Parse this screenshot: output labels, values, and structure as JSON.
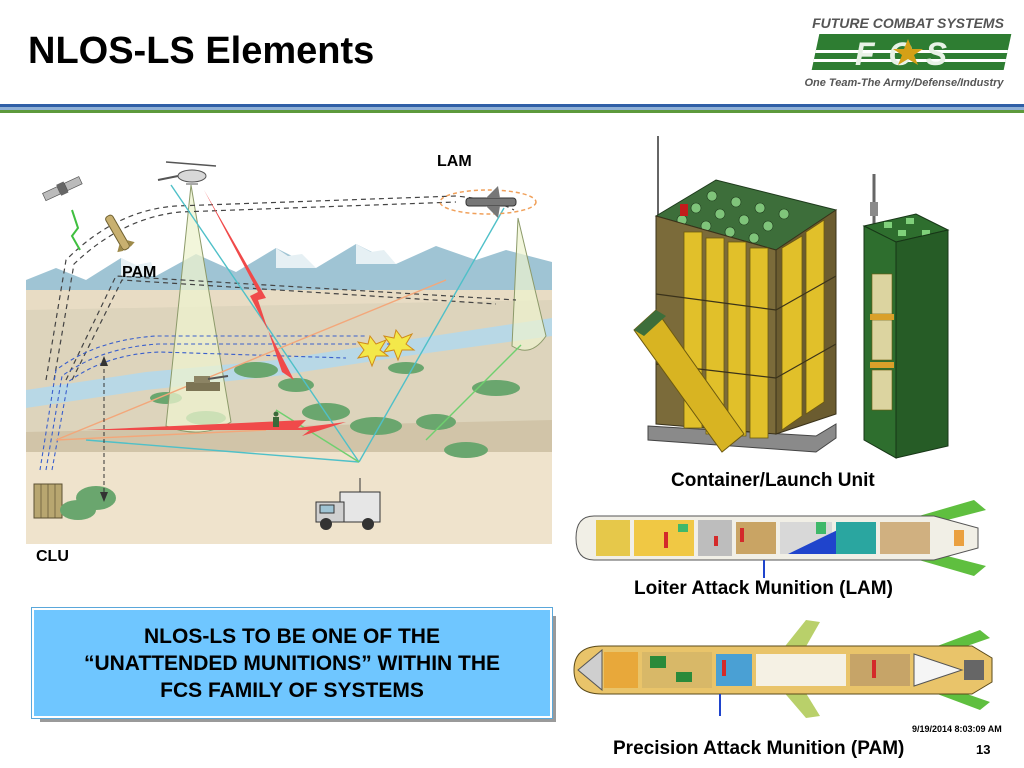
{
  "slide": {
    "title": "NLOS-LS Elements",
    "timestamp": "9/19/2014 8:03:09 AM",
    "page_number": "13"
  },
  "logo": {
    "line1": "FUTURE COMBAT SYSTEMS",
    "mark": "FCS",
    "tagline": "One Team-The Army/Defense/Industry"
  },
  "diagram": {
    "labels": {
      "lam": "LAM",
      "pam": "PAM",
      "clu": "CLU"
    }
  },
  "captions": {
    "clu": "Container/Launch Unit",
    "lam": "Loiter Attack Munition (LAM)",
    "pam": "Precision Attack Munition (PAM)"
  },
  "callout": {
    "text": "NLOS-LS TO BE ONE OF THE “UNATTENDED MUNITIONS” WITHIN THE FCS FAMILY OF SYSTEMS"
  },
  "colors": {
    "title_rule_top": "#2f5fa7",
    "title_rule_bottom": "#5d9a3c",
    "callout_fill": "#6fc6ff",
    "logo_green": "#2e7d32"
  }
}
